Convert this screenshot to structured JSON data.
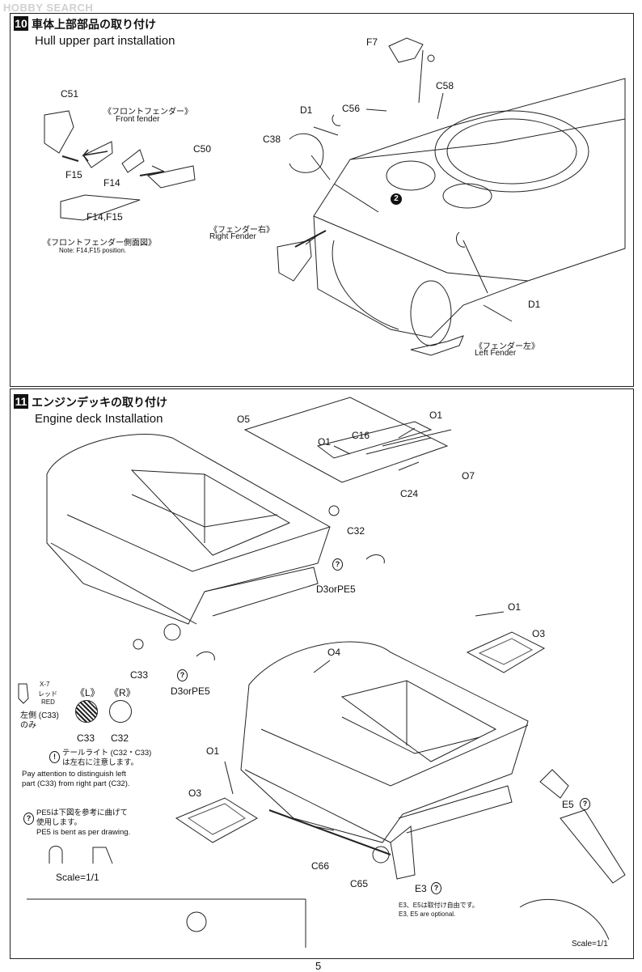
{
  "watermark": "HOBBY SEARCH",
  "page_number": "5",
  "step10": {
    "number": "10",
    "title_jp": "車体上部部品の取り付け",
    "title_en": "Hull upper part installation",
    "labels": {
      "c51": "C51",
      "front_fender_jp": "《フロントフェンダー》",
      "front_fender_en": "Front fender",
      "c50": "C50",
      "f15": "F15",
      "f14": "F14",
      "f14f15": "F14,F15",
      "side_view_jp": "《フロントフェンダー側面図》",
      "side_view_note": "Note: F14,F15 position.",
      "f7": "F7",
      "c56": "C56",
      "c58": "C58",
      "d1_top": "D1",
      "c38": "C38",
      "badge2": "2",
      "right_fender_jp": "《フェンダー右》",
      "right_fender_en": "Right Fender",
      "d1_right": "D1",
      "left_fender_jp": "《フェンダー左》",
      "left_fender_en": "Left Fender"
    }
  },
  "step11": {
    "number": "11",
    "title_jp": "エンジンデッキの取り付け",
    "title_en": "Engine deck Installation",
    "labels": {
      "o5": "O5",
      "o1_a": "O1",
      "o1_b": "O1",
      "c16": "C16",
      "o7": "O7",
      "c24": "C24",
      "c32_top": "C32",
      "d3pe5_a": "D3orPE5",
      "c33_top": "C33",
      "d3pe5_b": "D3orPE5",
      "o1_c": "O1",
      "o3_right": "O3",
      "o4": "O4",
      "o1_d": "O1",
      "o3_left": "O3",
      "e5": "E5",
      "c66": "C66",
      "c65": "C65",
      "e3": "E3",
      "optional_jp": "E3、E5は取付け自由です。",
      "optional_en": "E3, E5 are optional.",
      "scale_right": "Scale=1/1",
      "paint_code": "X-7",
      "paint_jp": "レッド",
      "paint_en": "RED",
      "left_only_jp": "左側 (C33)",
      "left_only_jp2": "のみ",
      "left_mark": "《L》",
      "right_mark": "《R》",
      "c33_mark": "C33",
      "c32_mark": "C32",
      "taillight_jp": "テールライト (C32・C33)",
      "taillight_jp2": "は左右に注意します。",
      "taillight_en1": "Pay attention  to  distinguish left",
      "taillight_en2": "part (C33) from right part (C32).",
      "pe5_jp": "PE5は下図を参考に曲げて",
      "pe5_jp2": "使用します。",
      "pe5_en": "PE5 is bent as per drawing.",
      "scale_left": "Scale=1/1"
    }
  }
}
